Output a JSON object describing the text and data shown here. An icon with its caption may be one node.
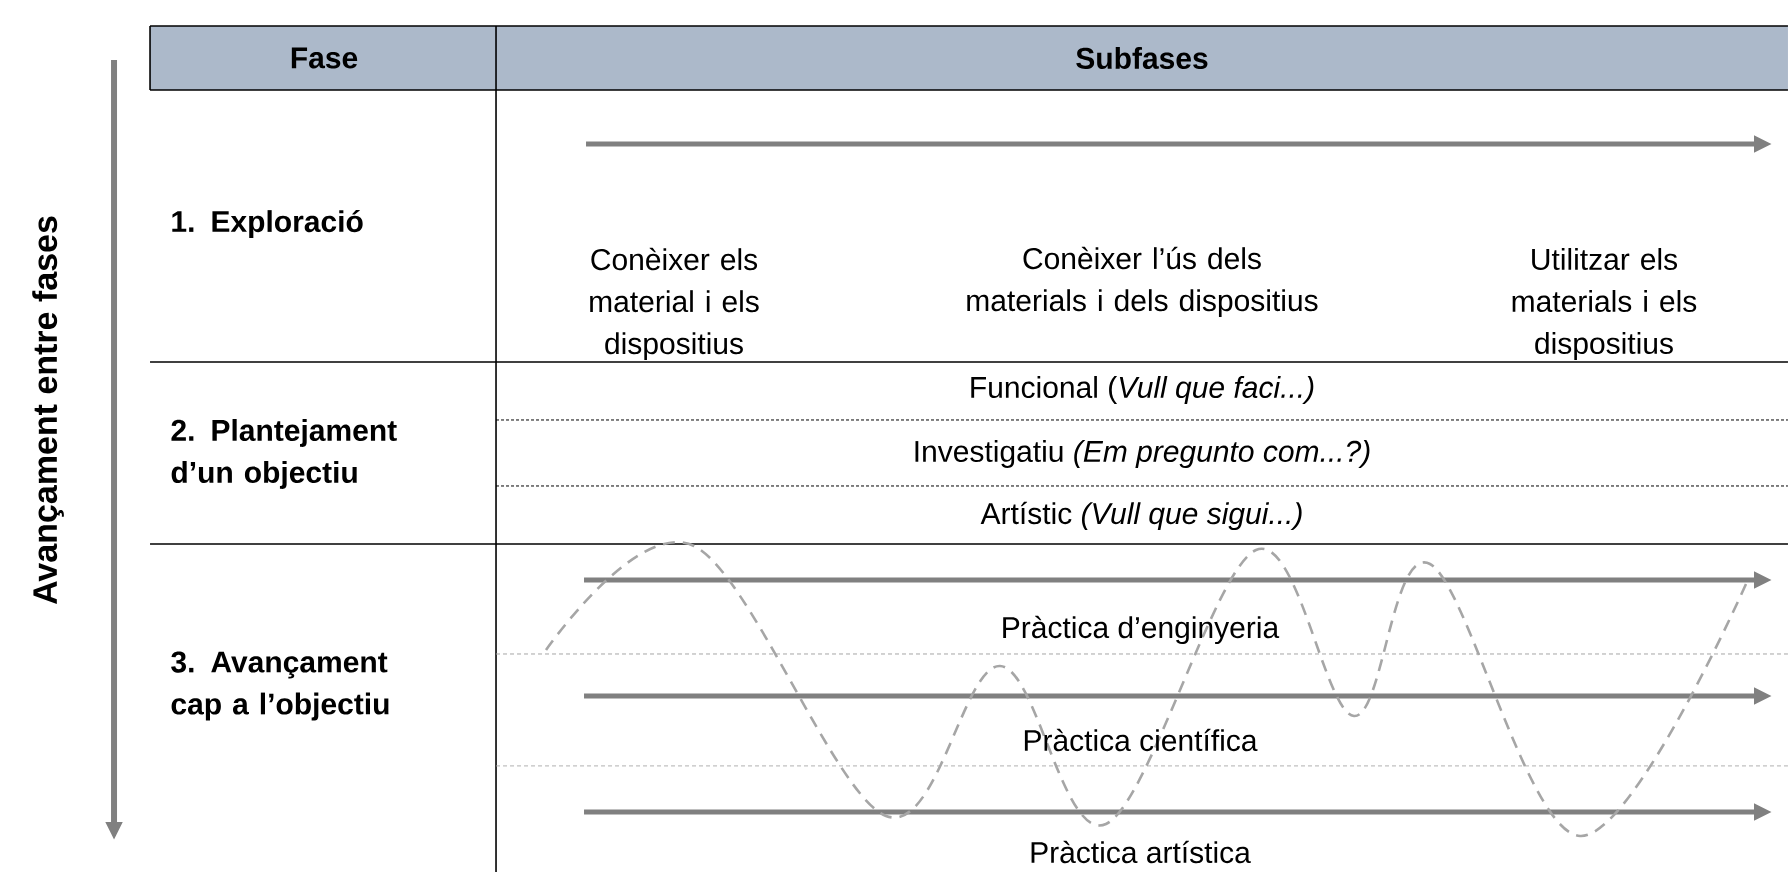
{
  "diagram": {
    "labels": [
      "Avançament entre fases",
      "Fase",
      "Subfases",
      "1. Exploració",
      "Conèixer els material i els dispositius",
      "Conèixer l’ús dels materials i dels dispositius",
      "Utilitzar els materials i els dispositius",
      "2. Plantejament d’un objectiu",
      "Funcional (*Vull que faci...)*",
      "Investigatiu *(Em pregunto com...?)*",
      "Artístic *(Vull que sigui...)*",
      "3. Avançament cap a l’objectiu",
      "Pràctica d’enginyeria",
      "Pràctica científica",
      "Pràctica artística"
    ]
  }
}
